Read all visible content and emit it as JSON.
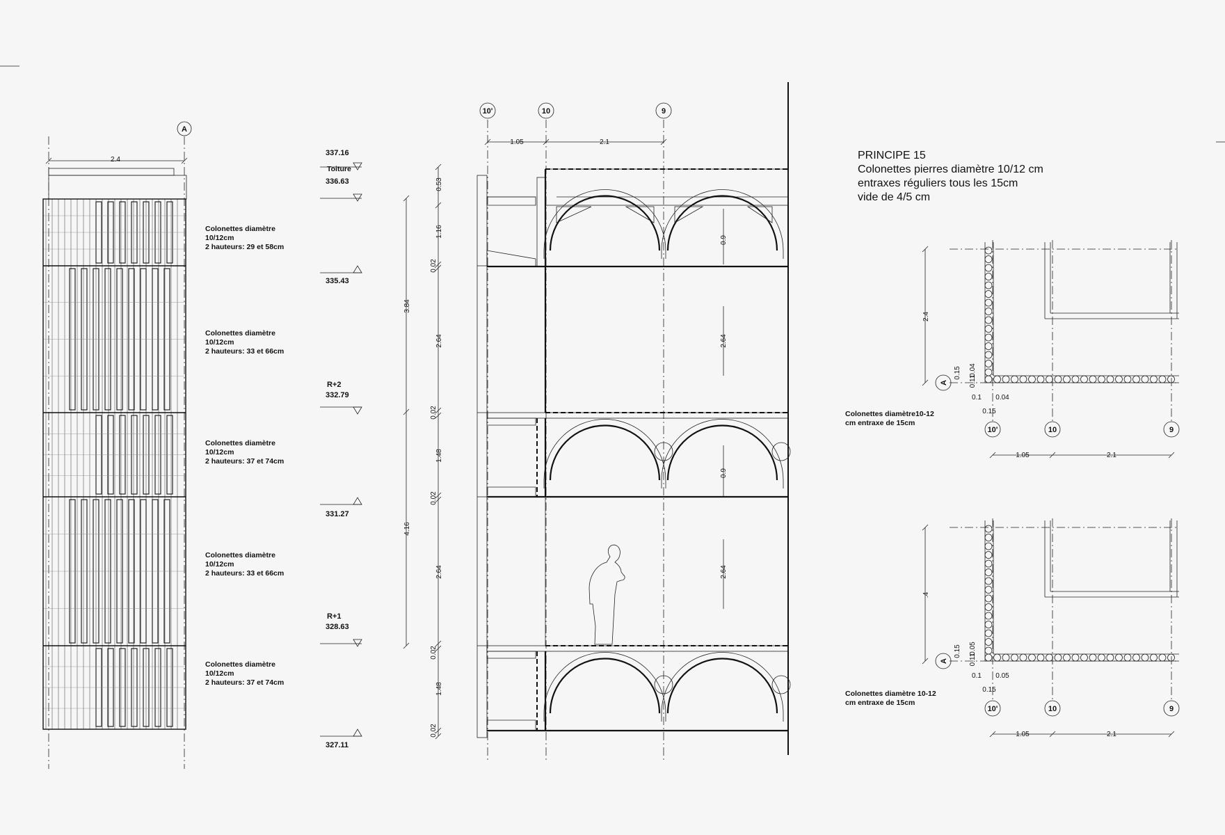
{
  "title": {
    "line1": "PRINCIPE 15",
    "line2": "Colonettes pierres diamètre 10/12 cm",
    "line3": "entraxes réguliers tous les 15cm",
    "line4": "vide de 4/5 cm"
  },
  "elevation": {
    "grid_label": "A",
    "width_dim": "2.4",
    "notes": [
      {
        "l1": "Colonettes diamètre",
        "l2": "10/12cm",
        "l3": "2 hauteurs: 29 et 58cm"
      },
      {
        "l1": "Colonettes diamètre",
        "l2": "10/12cm",
        "l3": "2 hauteurs: 33 et 66cm"
      },
      {
        "l1": "Colonettes diamètre",
        "l2": "10/12cm",
        "l3": "2 hauteurs: 37 et 74cm"
      },
      {
        "l1": "Colonettes diamètre",
        "l2": "10/12cm",
        "l3": "2 hauteurs: 33 et 66cm"
      },
      {
        "l1": "Colonettes diamètre",
        "l2": "10/12cm",
        "l3": "2 hauteurs: 37 et 74cm"
      }
    ]
  },
  "levels": {
    "l1": "337.16",
    "toiture": "Toiture",
    "l2": "336.63",
    "l3": "335.43",
    "r2": "R+2",
    "l4": "332.79",
    "l5": "331.27",
    "r1": "R+1",
    "l6": "328.63",
    "l7": "327.11"
  },
  "section": {
    "grids": [
      "10'",
      "10",
      "9"
    ],
    "dim_105": "1.05",
    "dim_21": "2.1",
    "overall": [
      "3.84",
      "4.16"
    ],
    "detail": [
      "0.53",
      "1.16",
      "0.02",
      "2.64",
      "0.02",
      "1.48",
      "0.02",
      "2.64",
      "0.02",
      "1.48",
      "0.02"
    ],
    "inner": [
      "0.9",
      "2.64",
      "0.9",
      "2.64"
    ]
  },
  "plans": {
    "top": {
      "note1": "Colonettes diamètre10-12",
      "note2": "cm entraxe de 15cm",
      "height_dim": "2.4",
      "grid_A": "A",
      "d1": "0.15",
      "d2": "0.11",
      "d3": "0.04",
      "d4": "0.1",
      "d5": "0.04",
      "d6": "0.15",
      "grids": [
        "10'",
        "10",
        "9"
      ],
      "dim_105": "1.05",
      "dim_21": "2.1"
    },
    "bottom": {
      "note1": "Colonettes diamètre 10-12",
      "note2": "cm entraxe de 15cm",
      "height_dim": ".4",
      "grid_A": "A",
      "d1": "0.15",
      "d2": "0.11",
      "d3": "0.05",
      "d4": "0.1",
      "d5": "0.05",
      "d6": "0.15",
      "grids": [
        "10'",
        "10",
        "9"
      ],
      "dim_105": "1.05",
      "dim_21": "2.1"
    }
  }
}
